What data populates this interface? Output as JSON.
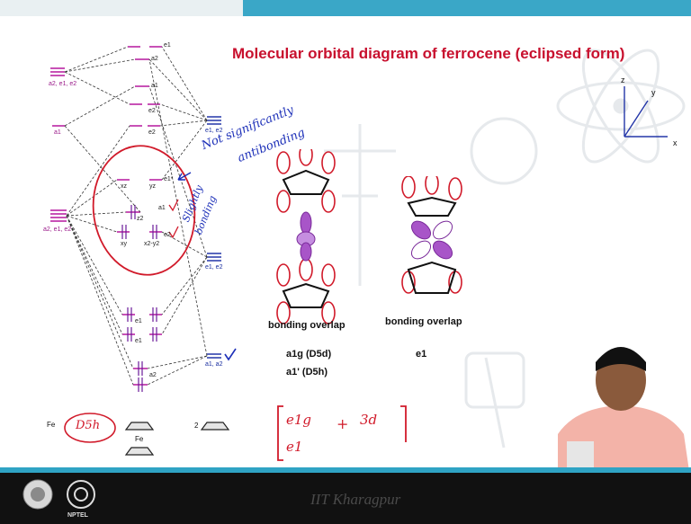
{
  "title": "Molecular orbital diagram of ferrocene (eclipsed form)",
  "footer_brand": "IIT Kharagpur",
  "logo_text": "NPTEL",
  "columns": {
    "metal": "Fe",
    "complex": "Fe",
    "ligand": "2"
  },
  "metal_levels": [
    {
      "label": "a2, e1, e2"
    },
    {
      "label": "a1"
    },
    {
      "label": "a2, e1, e2"
    }
  ],
  "ligand_levels": [
    {
      "label": "e1, e2"
    },
    {
      "label": "e1, e2"
    },
    {
      "label": "a1, a2"
    }
  ],
  "mo_labels": {
    "e1_top": "e1",
    "a2_top": "a2",
    "a1_upper": "a1",
    "e2_upper": "e2",
    "e2_lower": "e2",
    "xz": "xz",
    "yz": "yz",
    "e1_star": "e1*",
    "z2": "z2",
    "a1_mid": "a1",
    "xy": "xy",
    "x2y2": "x2-y2",
    "e2_mid": "e2",
    "e1_b1": "e1",
    "e1_b2": "e1",
    "a2_b": "a2"
  },
  "captions": {
    "left_caption": "bonding overlap",
    "right_caption": "bonding overlap",
    "sym1": "a1g (D5d)",
    "sym2": "a1' (D5h)",
    "sym3": "e1"
  },
  "axes": {
    "z": "z",
    "y": "y",
    "x": "x"
  },
  "handwriting": {
    "note1_line1": "Not significantly",
    "note1_line2": "antibonding",
    "note2_line1": "Slightly",
    "note2_line2": "bonding",
    "d5h": "D5h",
    "eq_a": "e1g",
    "eq_plus": "+",
    "eq_b": "3d",
    "eq_c": "e1"
  }
}
